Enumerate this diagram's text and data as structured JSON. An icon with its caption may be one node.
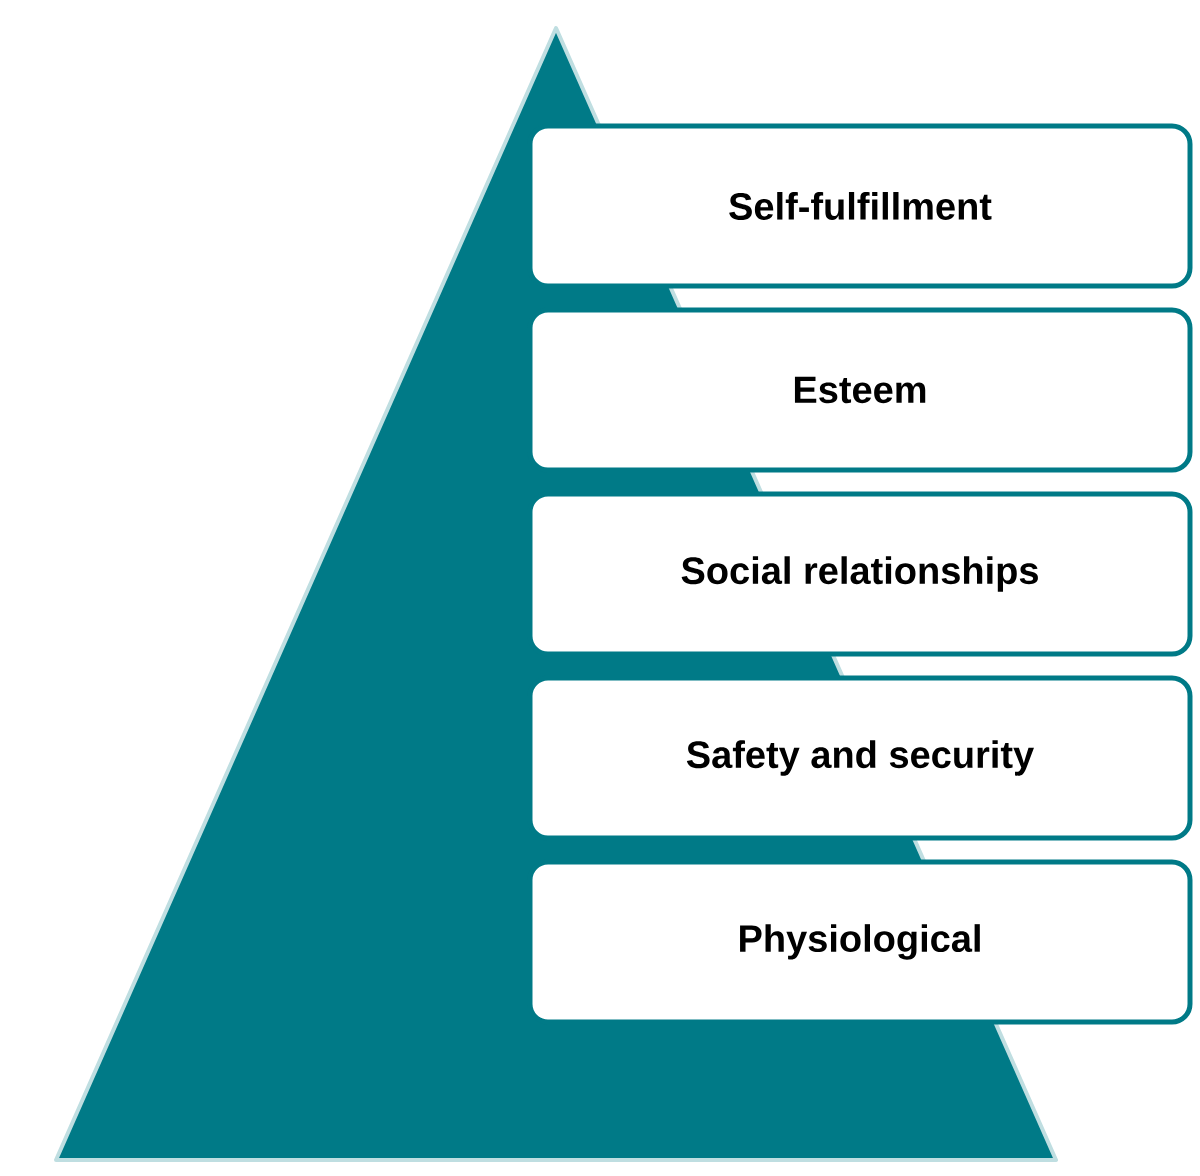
{
  "diagram": {
    "nodes": [
      {
        "text": [
          "Self-fulfillment"
        ]
      },
      {
        "text": [
          "Esteem"
        ]
      },
      {
        "text": [
          "Social relationships"
        ]
      },
      {
        "text": [
          "Safety and security"
        ]
      },
      {
        "text": [
          "Physiological"
        ]
      }
    ]
  }
}
